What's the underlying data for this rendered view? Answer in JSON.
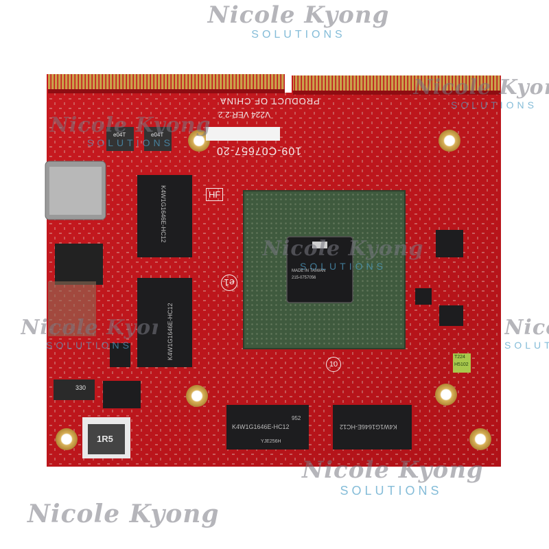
{
  "board": {
    "part_number": "109-C07657-20",
    "version": "V224 VER:2.2",
    "origin": "PRODUCT OF CHINA",
    "gpu_marking_1": "MADE IN TAIWAN",
    "gpu_marking_2": "215-0757056",
    "memory_chip_1": "K4W1G1646E-HC12",
    "memory_chip_code": "952",
    "memory_chip_lot": "YJE256H",
    "inductor_label": "1R5",
    "small_inductor_label": "330",
    "cap_label": "e04T",
    "silk_hf": "HF",
    "silk_e1": "e1",
    "green_label_1": "T224",
    "green_label_2": "H5102",
    "pb_mark": "10"
  },
  "watermark": {
    "name": "Nicole Kyong",
    "tagline": "SOLUTIONS"
  },
  "colors": {
    "pcb_red": "#c4161c",
    "pcb_dark_red": "#8e0d12",
    "gold": "#c9a24a",
    "gpu_substrate": "#3f5a3e",
    "chip_black": "#1d1d1f",
    "watermark_blue": "#4fa6cc"
  }
}
